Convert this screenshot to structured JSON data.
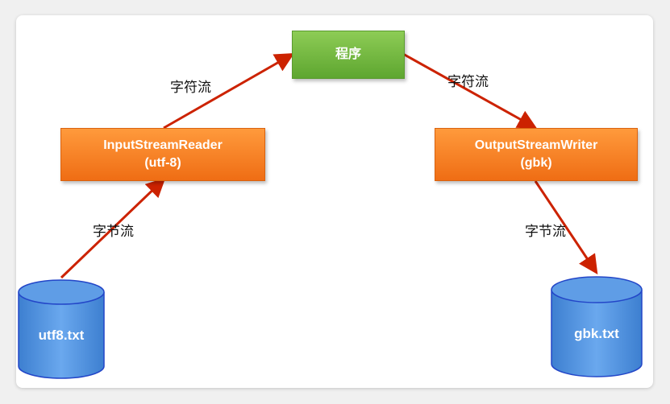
{
  "program_label": "程序",
  "reader": {
    "line1": "InputStreamReader",
    "line2": "(utf-8)"
  },
  "writer": {
    "line1": "OutputStreamWriter",
    "line2": "(gbk)"
  },
  "edge_labels": {
    "left_char_stream": "字符流",
    "right_char_stream": "字符流",
    "left_byte_stream": "字节流",
    "right_byte_stream": "字节流"
  },
  "files": {
    "source": "utf8.txt",
    "target": "gbk.txt"
  },
  "colors": {
    "program_box": "#6cb33f",
    "stream_box": "#f57f20",
    "cylinder": "#4f8fdb",
    "arrow": "#cc2200"
  }
}
